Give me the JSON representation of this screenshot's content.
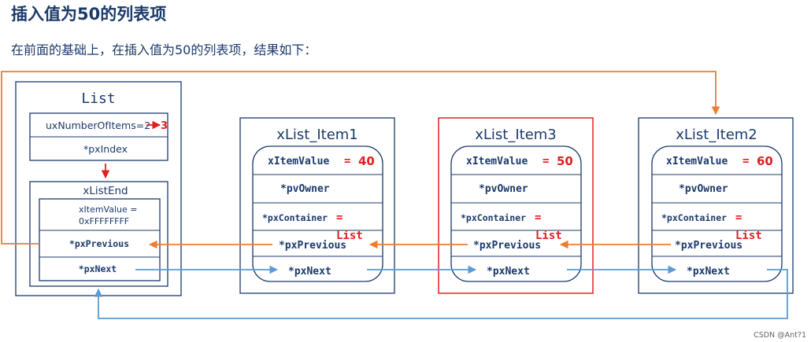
{
  "heading": "插入值为50的列表项",
  "subheading": "在前面的基础上，在插入值为50的列表项，结果如下：",
  "list": {
    "title": "List",
    "num_items_label": "uxNumberOfItems=2",
    "num_items_new": "3",
    "px_index": "*pxIndex",
    "list_end": {
      "title": "xListEnd",
      "item_value_line1": "xItemValue =",
      "item_value_line2": "0xFFFFFFFF",
      "px_previous": "*pxPrevious",
      "px_next": "*pxNext"
    }
  },
  "items": [
    {
      "title": "xList_Item1",
      "item_value_label": "xItemValue",
      "item_value_eq": "=",
      "item_value": "40",
      "pv_owner": "*pvOwner",
      "px_container_label": "*pxContainer",
      "px_container_eq": "=",
      "px_container_value": "List",
      "px_previous": "*pxPrevious",
      "px_next": "*pxNext"
    },
    {
      "title": "xList_Item3",
      "item_value_label": "xItemValue",
      "item_value_eq": "=",
      "item_value": "50",
      "pv_owner": "*pvOwner",
      "px_container_label": "*pxContainer",
      "px_container_eq": "=",
      "px_container_value": "List",
      "px_previous": "*pxPrevious",
      "px_next": "*pxNext"
    },
    {
      "title": "xList_Item2",
      "item_value_label": "xItemValue",
      "item_value_eq": "=",
      "item_value": "60",
      "pv_owner": "*pvOwner",
      "px_container_label": "*pxContainer",
      "px_container_eq": "=",
      "px_container_value": "List",
      "px_previous": "*pxPrevious",
      "px_next": "*pxNext"
    }
  ],
  "watermark": "CSDN @Ant?1",
  "colors": {
    "box_stroke": "#1b3a6b",
    "highlight_box": "#e02020",
    "previous_arrow": "#ed7d31",
    "next_arrow": "#5b9bd5",
    "value_text": "#e02020"
  }
}
